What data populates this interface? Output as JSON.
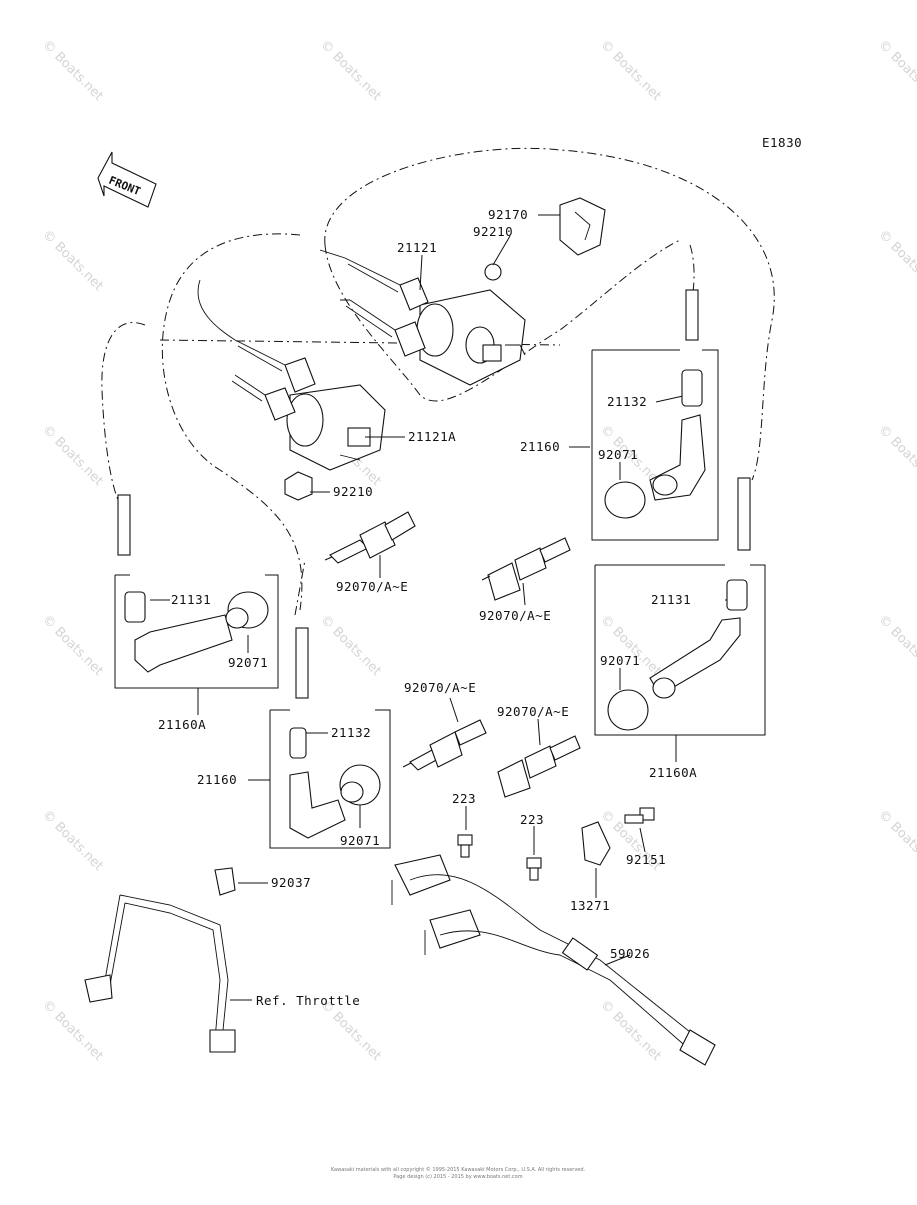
{
  "diagram_code": "E1830",
  "front_label": "FRONT",
  "watermark": "© Boats.net",
  "labels": {
    "p92170": "92170",
    "p92210a": "92210",
    "p21121": "21121",
    "p21121a": "21121A",
    "p92210b": "92210",
    "p21132a": "21132",
    "p21160a": "21160",
    "p92071a": "92071",
    "p92070a": "92070/A~E",
    "p92070b": "92070/A~E",
    "p21131a": "21131",
    "p92071b": "92071",
    "p21160Aa": "21160A",
    "p92070c": "92070/A~E",
    "p92070d": "92070/A~E",
    "p21131b": "21131",
    "p92071c": "92071",
    "p21160Ab": "21160A",
    "p21132b": "21132",
    "p21160b": "21160",
    "p92071d": "92071",
    "p223a": "223",
    "p223b": "223",
    "p92151": "92151",
    "p13271": "13271",
    "p92037": "92037",
    "p59026": "59026",
    "pref": "Ref. Throttle"
  },
  "footer_line1": "Kawasaki materials with all copyright © 1995-2015 Kawasaki Motors Corp., U.S.A. All rights reserved.",
  "footer_line2": "Page design (c) 2015 - 2015 by www.boats.net.com"
}
